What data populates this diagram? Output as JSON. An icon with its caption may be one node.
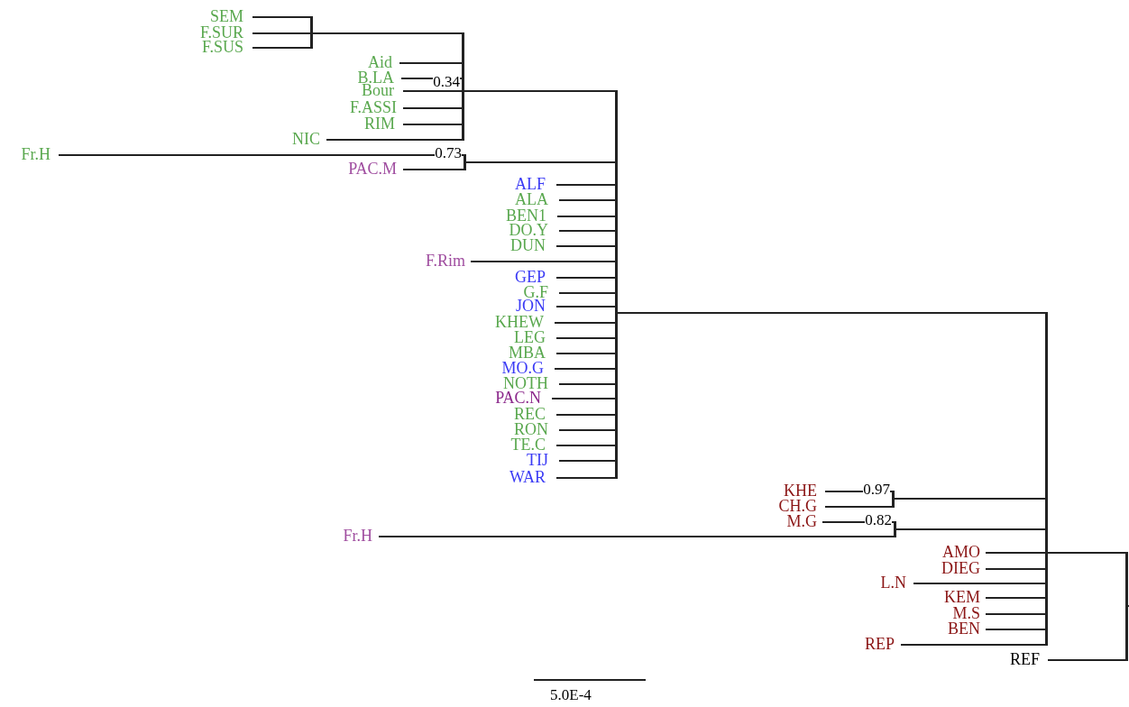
{
  "diagram": {
    "nodes": [
      {
        "text": [
          "SEM"
        ]
      },
      {
        "text": [
          "F.SUR"
        ]
      },
      {
        "text": [
          "F.SUS"
        ]
      },
      {
        "text": [],
        "shape": "bar"
      },
      {
        "text": [
          "Aid"
        ]
      },
      {
        "text": [
          "B.LA"
        ]
      },
      {
        "text": [
          "Bour"
        ]
      },
      {
        "text": [
          "F.ASSI"
        ]
      },
      {
        "text": [
          "RIM"
        ]
      },
      {
        "text": [
          "NIC"
        ]
      },
      {
        "text": [],
        "shape": "bar"
      },
      {
        "text": [
          "Fr.H"
        ]
      },
      {
        "text": [
          "PAC.M"
        ]
      },
      {
        "text": [],
        "shape": "bar"
      },
      {
        "text": [
          "ALF"
        ]
      },
      {
        "text": [
          "ALA"
        ]
      },
      {
        "text": [
          "BEN1"
        ]
      },
      {
        "text": [
          "DO.Y"
        ]
      },
      {
        "text": [
          "DUN"
        ]
      },
      {
        "text": [
          "F.Rim"
        ]
      },
      {
        "text": [
          "GEP"
        ]
      },
      {
        "text": [
          "G.F"
        ]
      },
      {
        "text": [
          "JON"
        ]
      },
      {
        "text": [
          "KHEW"
        ]
      },
      {
        "text": [
          "LEG"
        ]
      },
      {
        "text": [
          "MBA"
        ]
      },
      {
        "text": [
          "MO.G"
        ]
      },
      {
        "text": [
          "NOTH"
        ]
      },
      {
        "text": [
          "PAC.N"
        ]
      },
      {
        "text": [
          "REC"
        ]
      },
      {
        "text": [
          "RON"
        ]
      },
      {
        "text": [
          "TE.C"
        ]
      },
      {
        "text": [
          "TIJ"
        ]
      },
      {
        "text": [
          "WAR"
        ]
      },
      {
        "text": [],
        "shape": "bar"
      },
      {
        "text": [
          "KHE"
        ]
      },
      {
        "text": [
          "CH.G"
        ]
      },
      {
        "text": [],
        "shape": "bar"
      },
      {
        "text": [
          "M.G"
        ]
      },
      {
        "text": [
          "Fr.H"
        ]
      },
      {
        "text": [],
        "shape": "bar"
      },
      {
        "text": [
          "AMO"
        ]
      },
      {
        "text": [
          "DIEG"
        ]
      },
      {
        "text": [
          "L.N"
        ]
      },
      {
        "text": [
          "KEM"
        ]
      },
      {
        "text": [
          "M.S"
        ]
      },
      {
        "text": [
          "BEN"
        ]
      },
      {
        "text": [
          "REP"
        ]
      },
      {
        "text": [],
        "shape": "bar"
      },
      {
        "text": [
          "REF"
        ]
      },
      {
        "text": [],
        "shape": "bar"
      }
    ],
    "edges": [
      {
        "from": 3,
        "to": 0,
        "arrow": "none"
      },
      {
        "from": 3,
        "to": 1,
        "arrow": "none"
      },
      {
        "from": 3,
        "to": 2,
        "arrow": "none"
      },
      {
        "from": 10,
        "to": 3,
        "arrow": "none"
      },
      {
        "from": 10,
        "to": 4,
        "arrow": "none"
      },
      {
        "from": 10,
        "to": 5,
        "arrow": "none"
      },
      {
        "from": 10,
        "to": 6,
        "arrow": "none"
      },
      {
        "from": 10,
        "to": 7,
        "arrow": "none"
      },
      {
        "from": 10,
        "to": 8,
        "arrow": "none"
      },
      {
        "from": 10,
        "to": 9,
        "arrow": "none"
      },
      {
        "from": 34,
        "to": 10,
        "arrow": "none",
        "label": "0.34"
      },
      {
        "from": 13,
        "to": 11,
        "arrow": "none"
      },
      {
        "from": 13,
        "to": 12,
        "arrow": "none"
      },
      {
        "from": 34,
        "to": 13,
        "arrow": "none",
        "label": "0.73"
      },
      {
        "from": 34,
        "to": 14,
        "arrow": "none"
      },
      {
        "from": 34,
        "to": 15,
        "arrow": "none"
      },
      {
        "from": 34,
        "to": 16,
        "arrow": "none"
      },
      {
        "from": 34,
        "to": 17,
        "arrow": "none"
      },
      {
        "from": 34,
        "to": 18,
        "arrow": "none"
      },
      {
        "from": 34,
        "to": 19,
        "arrow": "none"
      },
      {
        "from": 34,
        "to": 20,
        "arrow": "none"
      },
      {
        "from": 34,
        "to": 21,
        "arrow": "none"
      },
      {
        "from": 34,
        "to": 22,
        "arrow": "none"
      },
      {
        "from": 34,
        "to": 23,
        "arrow": "none"
      },
      {
        "from": 34,
        "to": 24,
        "arrow": "none"
      },
      {
        "from": 34,
        "to": 25,
        "arrow": "none"
      },
      {
        "from": 34,
        "to": 26,
        "arrow": "none"
      },
      {
        "from": 34,
        "to": 27,
        "arrow": "none"
      },
      {
        "from": 34,
        "to": 28,
        "arrow": "none"
      },
      {
        "from": 34,
        "to": 29,
        "arrow": "none"
      },
      {
        "from": 34,
        "to": 30,
        "arrow": "none"
      },
      {
        "from": 34,
        "to": 31,
        "arrow": "none"
      },
      {
        "from": 34,
        "to": 32,
        "arrow": "none"
      },
      {
        "from": 34,
        "to": 33,
        "arrow": "none"
      },
      {
        "from": 48,
        "to": 34,
        "arrow": "none"
      },
      {
        "from": 37,
        "to": 35,
        "arrow": "none"
      },
      {
        "from": 37,
        "to": 36,
        "arrow": "none"
      },
      {
        "from": 48,
        "to": 37,
        "arrow": "none",
        "label": "0.97"
      },
      {
        "from": 40,
        "to": 38,
        "arrow": "none"
      },
      {
        "from": 40,
        "to": 39,
        "arrow": "none"
      },
      {
        "from": 48,
        "to": 40,
        "arrow": "none",
        "label": "0.82"
      },
      {
        "from": 48,
        "to": 41,
        "arrow": "none"
      },
      {
        "from": 48,
        "to": 42,
        "arrow": "none"
      },
      {
        "from": 48,
        "to": 43,
        "arrow": "none"
      },
      {
        "from": 48,
        "to": 44,
        "arrow": "none"
      },
      {
        "from": 48,
        "to": 45,
        "arrow": "none"
      },
      {
        "from": 48,
        "to": 46,
        "arrow": "none"
      },
      {
        "from": 48,
        "to": 47,
        "arrow": "none"
      },
      {
        "from": 50,
        "to": 48,
        "arrow": "none"
      },
      {
        "from": 50,
        "to": 49,
        "arrow": "none"
      },
      {
        "from": 50,
        "to": null,
        "arrow": "none"
      }
    ],
    "labels": [
      "5.0E-4"
    ]
  }
}
